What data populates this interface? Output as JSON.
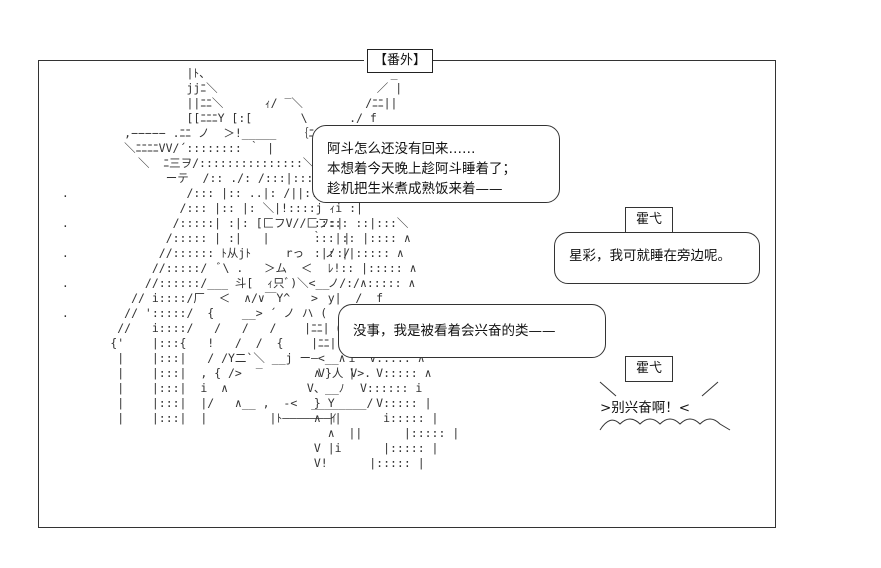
{
  "title": "【番外】",
  "speech_1": {
    "line1": "阿斗怎么还没有回来……",
    "line2": "本想着今天晚上趁阿斗睡着了；",
    "line3": "趁机把生米煮成熟饭来着——"
  },
  "speaker_1": "霍弋",
  "speech_2": "星彩，我可就睡在旁边呢。",
  "speech_3": "没事，我是被看着会兴奋的类——",
  "speaker_2": "霍弋",
  "exclaim": ">别兴奋啊！<"
}
